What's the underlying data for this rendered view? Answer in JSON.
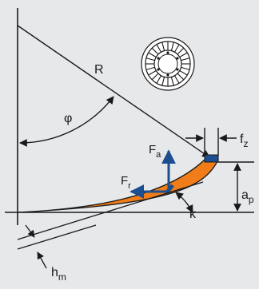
{
  "diagram": {
    "background_color": "#e6e8ea",
    "line_color": "#1a1a1a",
    "chip_color": "#f07d1a",
    "force_color": "#1d4e8f",
    "labels": {
      "radius": "R",
      "angle": "φ",
      "axial_force_main": "F",
      "axial_force_sub": "a",
      "radial_force_main": "F",
      "radial_force_sub": "r",
      "feed_main": "f",
      "feed_sub": "z",
      "depth_main": "a",
      "depth_sub": "p",
      "lead_angle": "κ",
      "chip_thickness_main": "h",
      "chip_thickness_sub": "m"
    },
    "icons": [
      "milling-cutter-icon"
    ]
  }
}
